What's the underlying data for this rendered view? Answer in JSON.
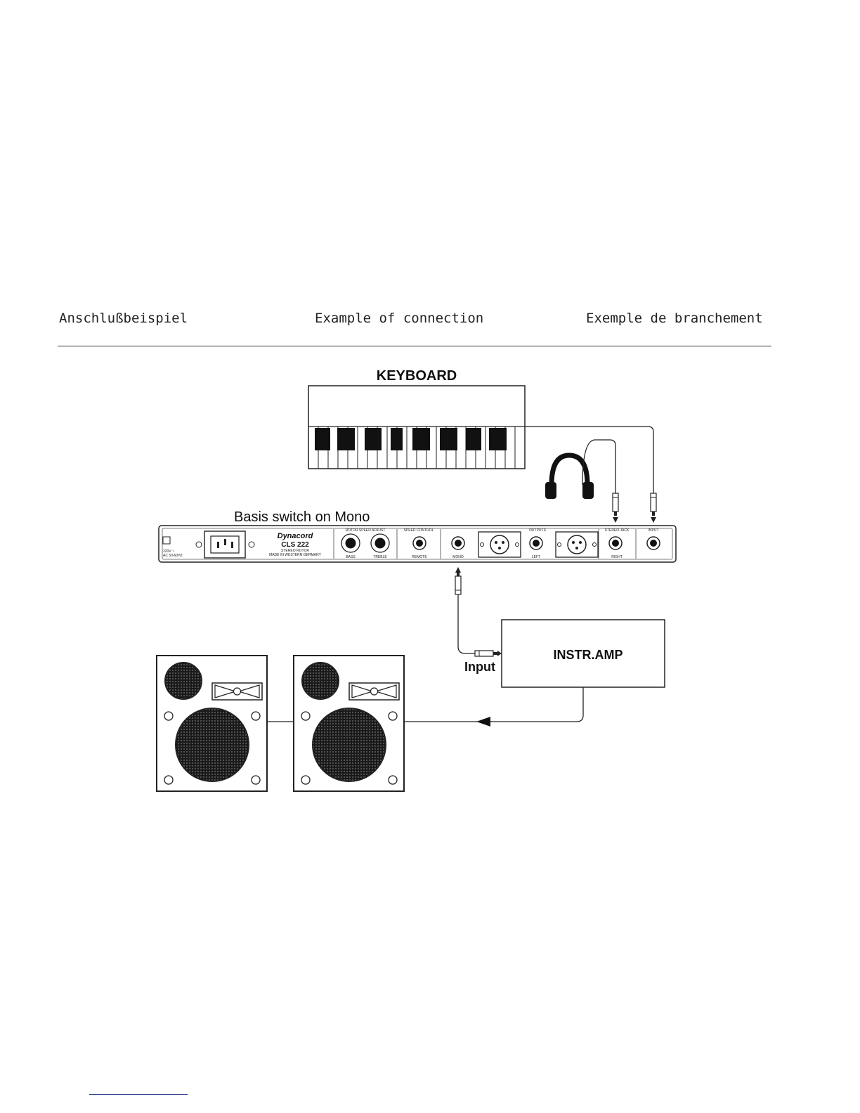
{
  "header": {
    "de": "Anschlußbeispiel",
    "en": "Example of connection",
    "fr": "Exemple de branchement"
  },
  "diagram": {
    "keyboard_label": "KEYBOARD",
    "basis_label": "Basis switch on Mono",
    "amp_label": "INSTR.AMP",
    "input_label": "Input",
    "unit": {
      "brand": "Dynacord",
      "model": "CLS 222",
      "sub": "STEREO ROTOR",
      "made": "MADE IN WESTERN GERMANY",
      "power_v": "220V ~",
      "power_hz": "AC 50-60HZ",
      "sections": [
        "ROTOR SPEED ADJUST",
        "SPEED CONTROL",
        "OUTPUTS",
        "STEREO JACK",
        "INPUT"
      ],
      "knob_bass": "BASS",
      "knob_treble": "TREBLE",
      "remote": "REMOTE",
      "mono": "MONO",
      "left": "LEFT",
      "right": "RIGHT"
    }
  }
}
